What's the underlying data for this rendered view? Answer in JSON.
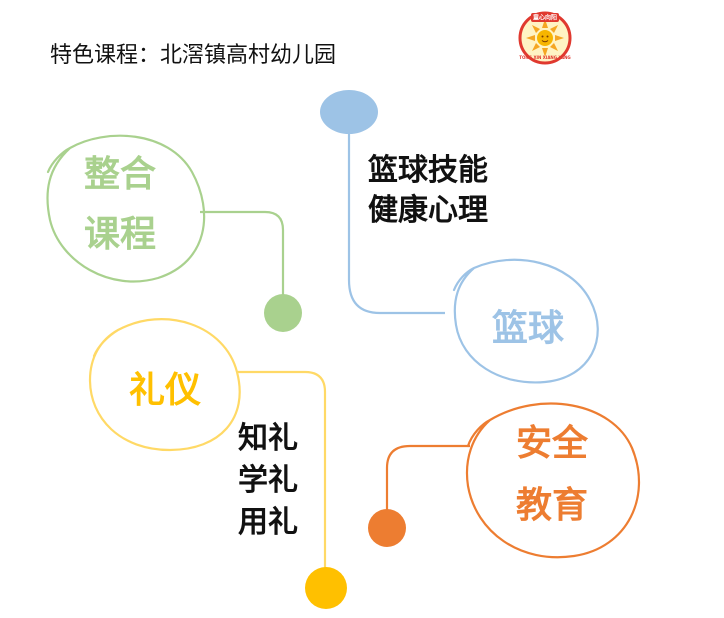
{
  "title": "特色课程：北滘镇高村幼儿园",
  "colors": {
    "green": "#a9d18e",
    "blue": "#9dc3e6",
    "yellow": "#ffc000",
    "yellow_line": "#ffd966",
    "orange": "#ed7d31"
  },
  "logo": {
    "icon": "sun-logo-icon",
    "top_text": "童心向阳",
    "bottom_text": "TONG XIN XIANG YANG"
  },
  "branches": {
    "integrated": {
      "label_line1": "整合",
      "label_line2": "课程"
    },
    "basketball": {
      "label": "篮球",
      "desc_line1": "篮球技能",
      "desc_line2": "健康心理"
    },
    "etiquette": {
      "label": "礼仪",
      "desc_line1": "知礼",
      "desc_line2": "学礼",
      "desc_line3": "用礼"
    },
    "safety": {
      "label_line1": "安全",
      "label_line2": "教育"
    }
  }
}
